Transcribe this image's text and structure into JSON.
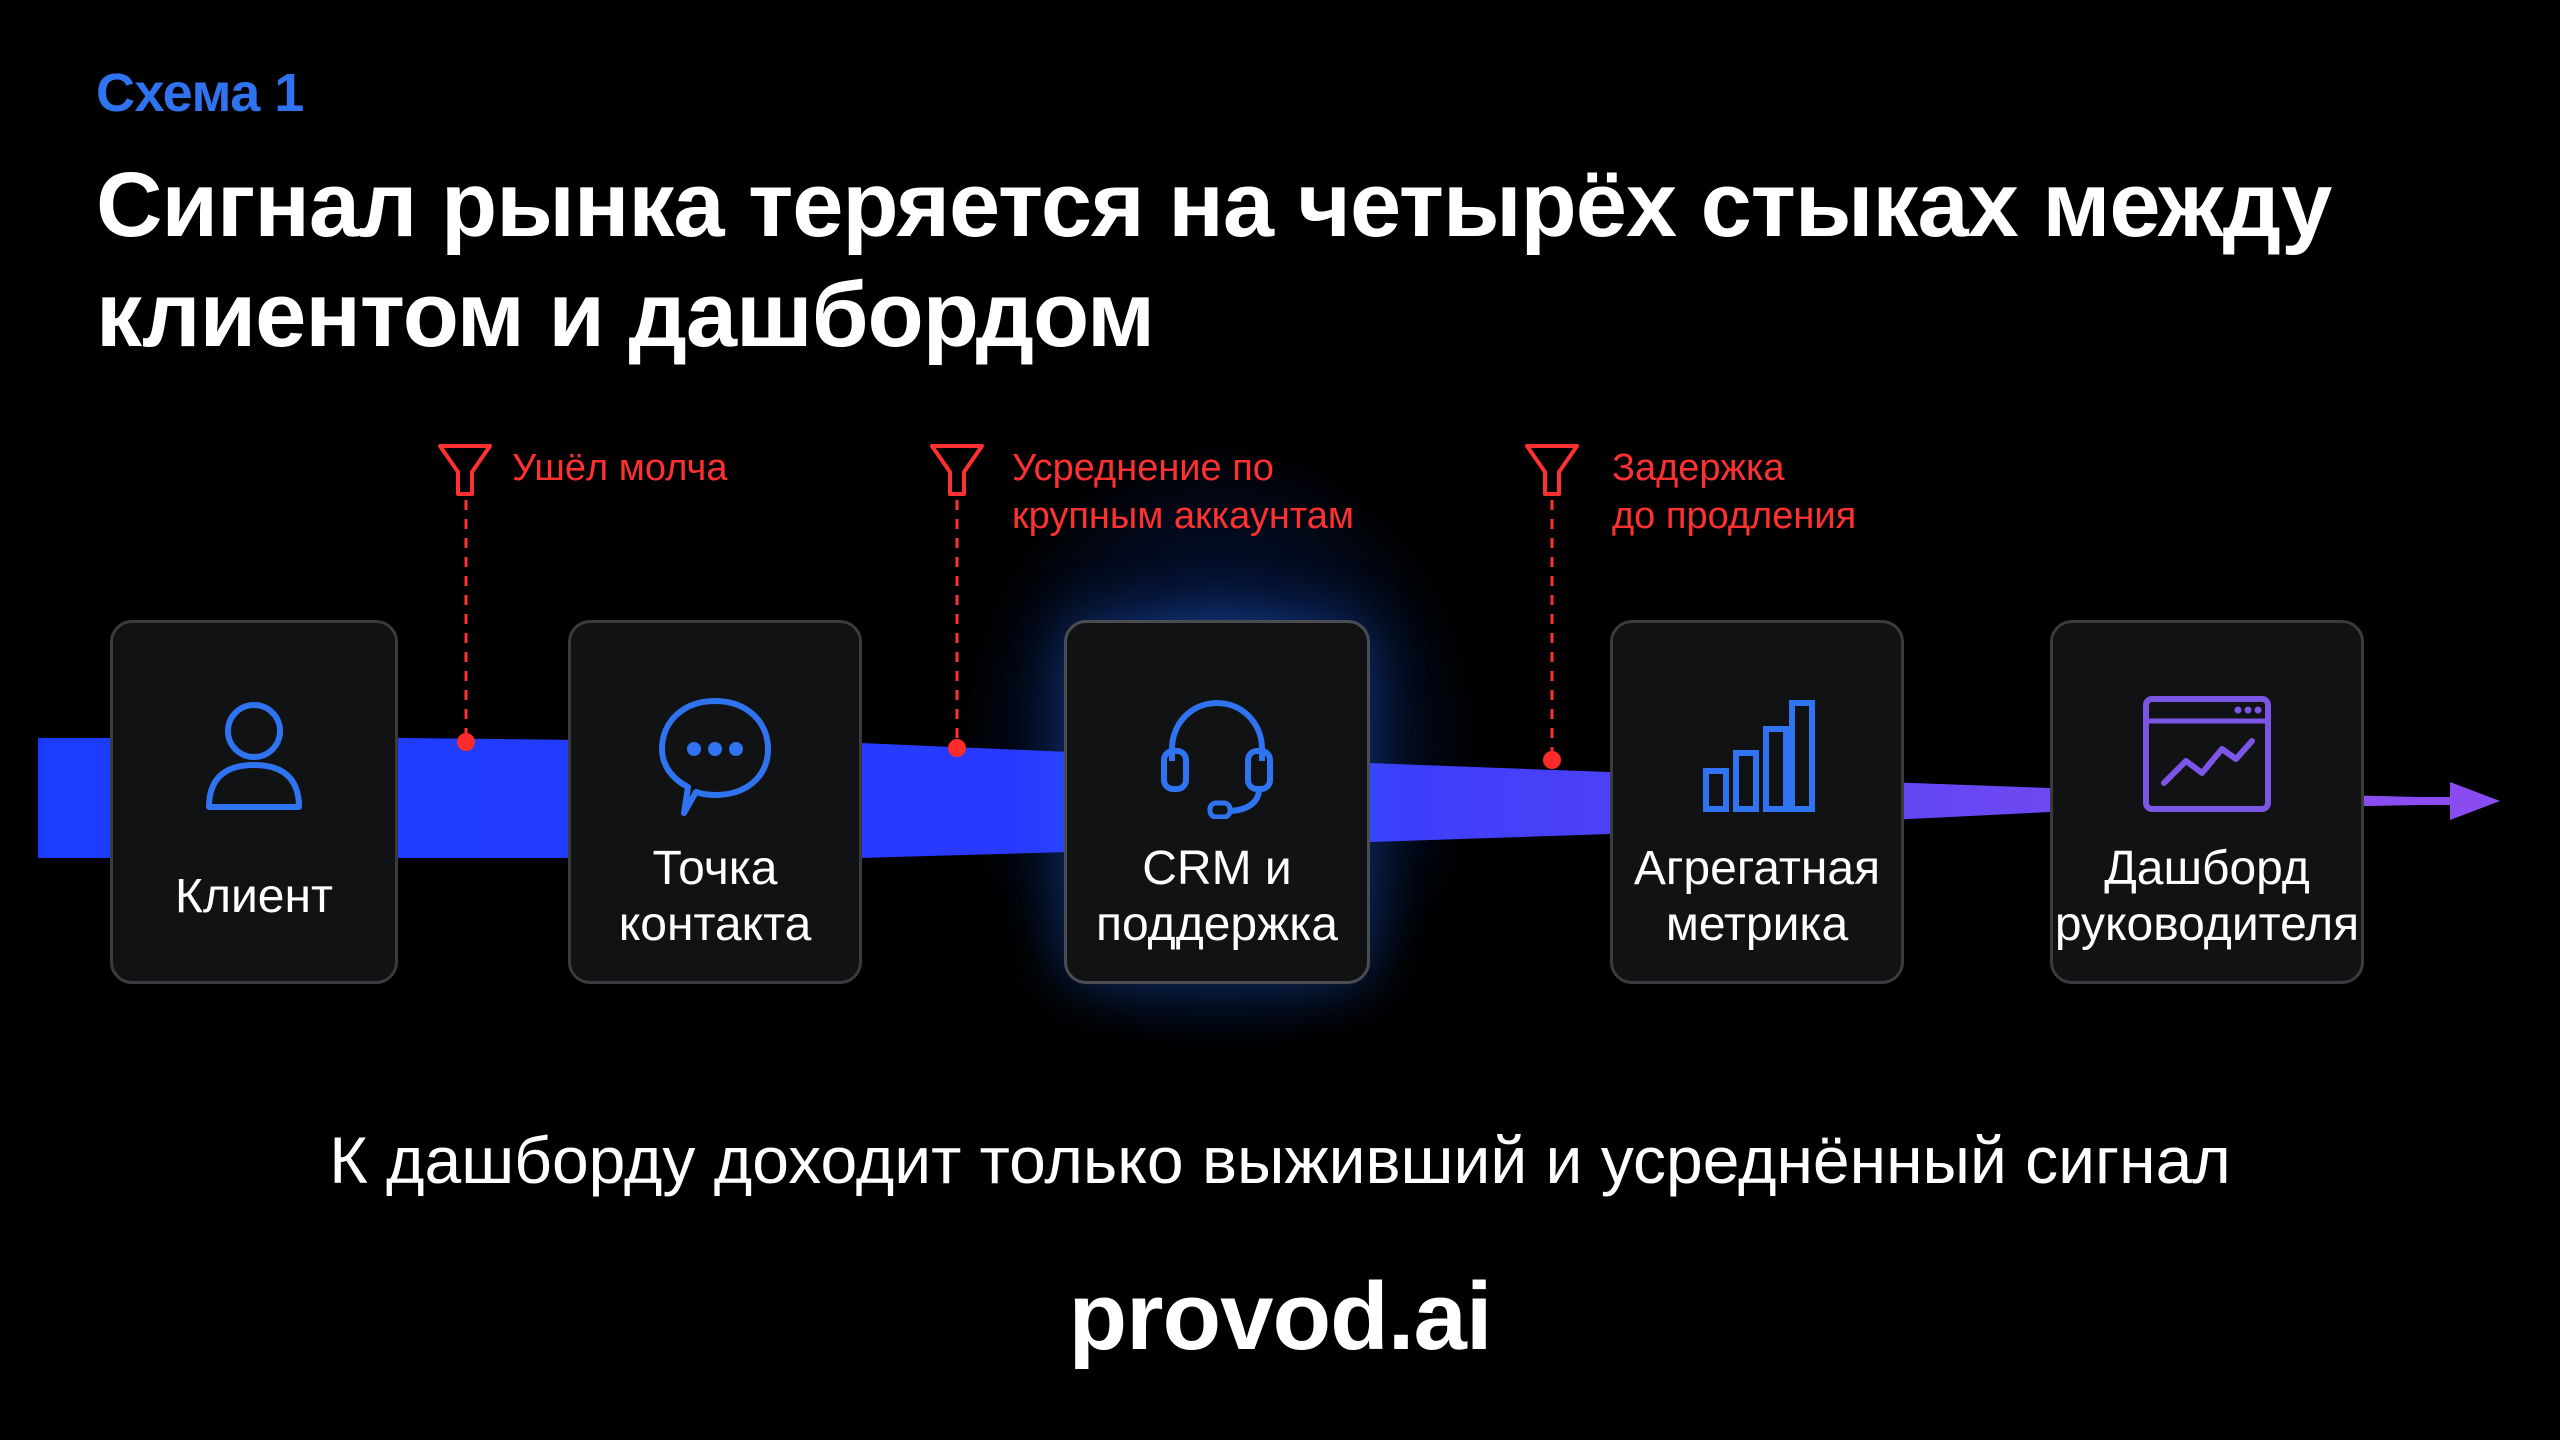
{
  "label": "Схема 1",
  "headline": "Сигнал рынка теряется на четырёх стыках между клиентом и дашбордом",
  "nodes": [
    {
      "name": "Клиент",
      "icon": "user-icon"
    },
    {
      "name": "Точка\nконтакта",
      "icon": "chat-bubble-icon"
    },
    {
      "name": "CRM и\nподдержка",
      "icon": "headset-icon"
    },
    {
      "name": "Агрегатная\nметрика",
      "icon": "bar-chart-icon"
    },
    {
      "name": "Дашборд\nруководителя",
      "icon": "dashboard-window-icon"
    }
  ],
  "losses": [
    {
      "text": "Ушёл молча",
      "icon": "funnel-icon"
    },
    {
      "text": "Усреднение по\nкрупным аккаунтам",
      "icon": "funnel-icon"
    },
    {
      "text": "Задержка\nдо продления",
      "icon": "funnel-icon"
    }
  ],
  "conclusion": "К дашборду доходит только выживший и усреднённый сигнал",
  "brand": "provod.ai",
  "colors": {
    "accent_blue": "#2f73f0",
    "flow_blue": "#1f3cff",
    "flow_purple": "#8a4cf0",
    "loss_red": "#ff3030",
    "background": "#000000"
  }
}
